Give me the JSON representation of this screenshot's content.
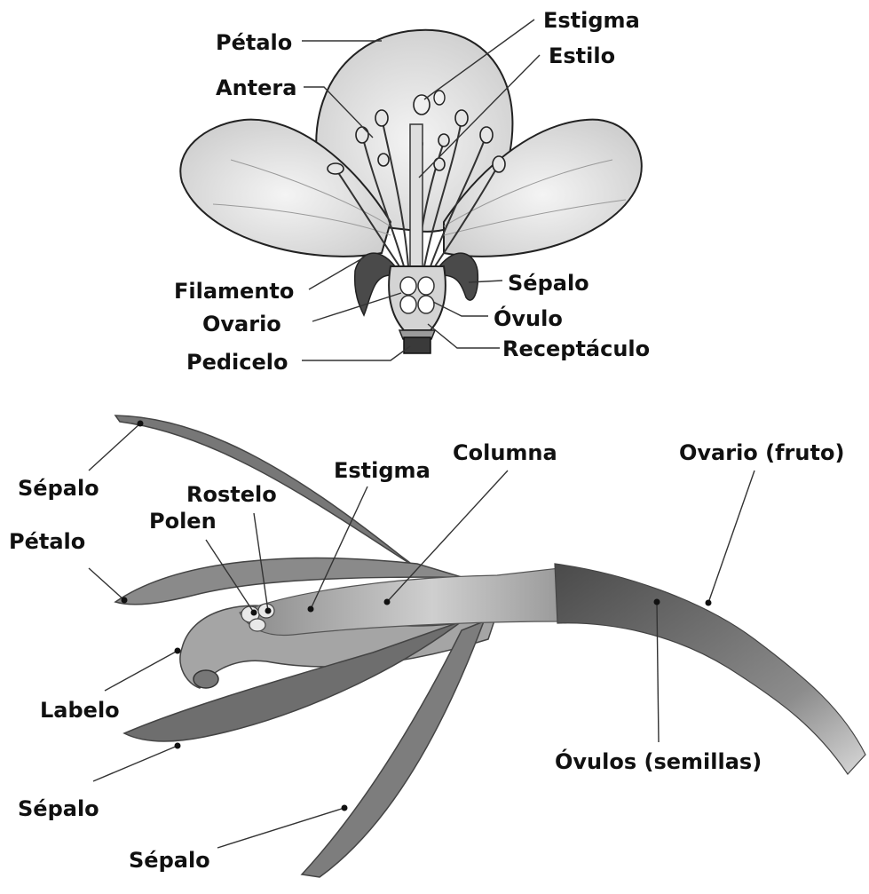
{
  "diagrams": [
    {
      "labels": {
        "petalo": "Pétalo",
        "antera": "Antera",
        "filamento": "Filamento",
        "ovario": "Ovario",
        "pedicelo": "Pedicelo",
        "estigma": "Estigma",
        "estilo": "Estilo",
        "sepalo": "Sépalo",
        "ovulo": "Óvulo",
        "receptaculo": "Receptáculo"
      }
    },
    {
      "labels": {
        "sepalo_top": "Sépalo",
        "petalo": "Pétalo",
        "labelo": "Labelo",
        "sepalo_bottom_left": "Sépalo",
        "sepalo_bottom": "Sépalo",
        "rostelo": "Rostelo",
        "polen": "Polen",
        "estigma": "Estigma",
        "columna": "Columna",
        "ovario_fruto": "Ovario (fruto)",
        "ovulos_semillas": "Óvulos (semillas)"
      }
    }
  ]
}
